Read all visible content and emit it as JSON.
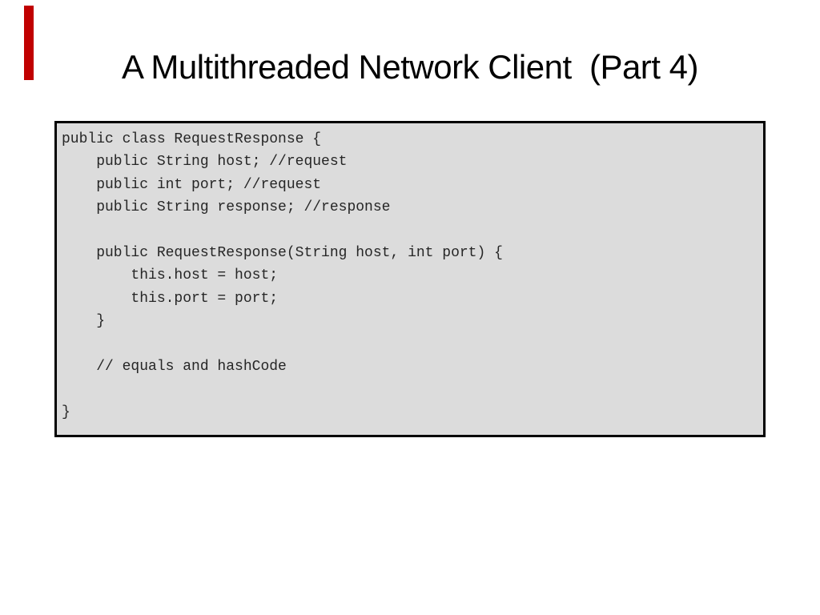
{
  "slide": {
    "title": "A Multithreaded Network Client  (Part 4)",
    "accent_color": "#c00000",
    "code_block": {
      "language": "java",
      "background_color": "#dcdcdc",
      "border_color": "#000000",
      "lines": [
        "public class RequestResponse {",
        "    public String host; //request",
        "    public int port; //request",
        "    public String response; //response",
        "",
        "    public RequestResponse(String host, int port) {",
        "        this.host = host;",
        "        this.port = port;",
        "    }",
        "",
        "    // equals and hashCode",
        "",
        "}"
      ]
    }
  }
}
